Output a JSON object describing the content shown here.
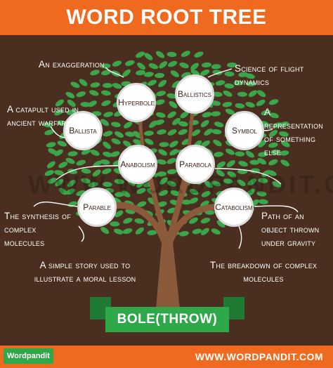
{
  "title": "WORD ROOT TREE",
  "watermark": "WWW.WORDPANDIT.COM",
  "root_word": "BOLE(THROW)",
  "footer": {
    "logo_text": "Wordpandit",
    "website": "WWW.WORDPANDIT.COM"
  },
  "colors": {
    "header": "#ef6a1e",
    "background": "#4a2e1f",
    "leaf": "#3aa54a",
    "trunk": "#8a5a3a",
    "banner": "#2fa84a"
  },
  "words": [
    {
      "word": "Hyperbole",
      "meaning": "An exaggeration"
    },
    {
      "word": "Ballistics",
      "meaning": "Science of flight dynamics"
    },
    {
      "word": "Ballista",
      "meaning": "A catapult used in ancient warfare"
    },
    {
      "word": "Symbol",
      "meaning": "A representation of something else"
    },
    {
      "word": "Anabolism",
      "meaning": "The synthesis of complex molecules"
    },
    {
      "word": "Parabola",
      "meaning": "Path of an object thrown under gravity"
    },
    {
      "word": "Parable",
      "meaning": "A simple story used to illustrate a moral lesson"
    },
    {
      "word": "Catabolism",
      "meaning": "The breakdown of complex molecules"
    }
  ]
}
